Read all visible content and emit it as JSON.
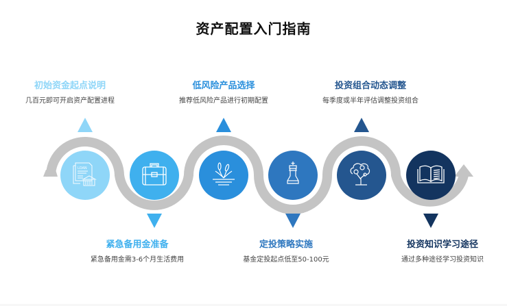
{
  "title": "资产配置入门指南",
  "colors": {
    "step1": "#8fd6f8",
    "step2": "#3fb0ee",
    "step3": "#2a8fdc",
    "step4": "#2e77bf",
    "step5": "#24568f",
    "step6": "#13345f",
    "wave": "#c4c4c4"
  },
  "steps": [
    {
      "title": "初始资金起点说明",
      "desc": "几百元即可开启资产配置进程",
      "icon": "loan-document-bank-icon",
      "position": "top"
    },
    {
      "title": "紧急备用金准备",
      "desc": "紧急备用金需3-6个月生活费用",
      "icon": "briefcase-icon",
      "position": "bottom"
    },
    {
      "title": "低风险产品选择",
      "desc": "推荐低风险产品进行初期配置",
      "icon": "reed-plant-water-icon",
      "position": "top"
    },
    {
      "title": "定投策略实施",
      "desc": "基金定投起点低至50-100元",
      "icon": "chess-king-icon",
      "position": "bottom"
    },
    {
      "title": "投资组合动态调整",
      "desc": "每季度或半年评估调整投资组合",
      "icon": "money-tree-icon",
      "position": "top"
    },
    {
      "title": "投资知识学习途径",
      "desc": "通过多种途径学习投资知识",
      "icon": "open-book-icon",
      "position": "bottom"
    }
  ]
}
